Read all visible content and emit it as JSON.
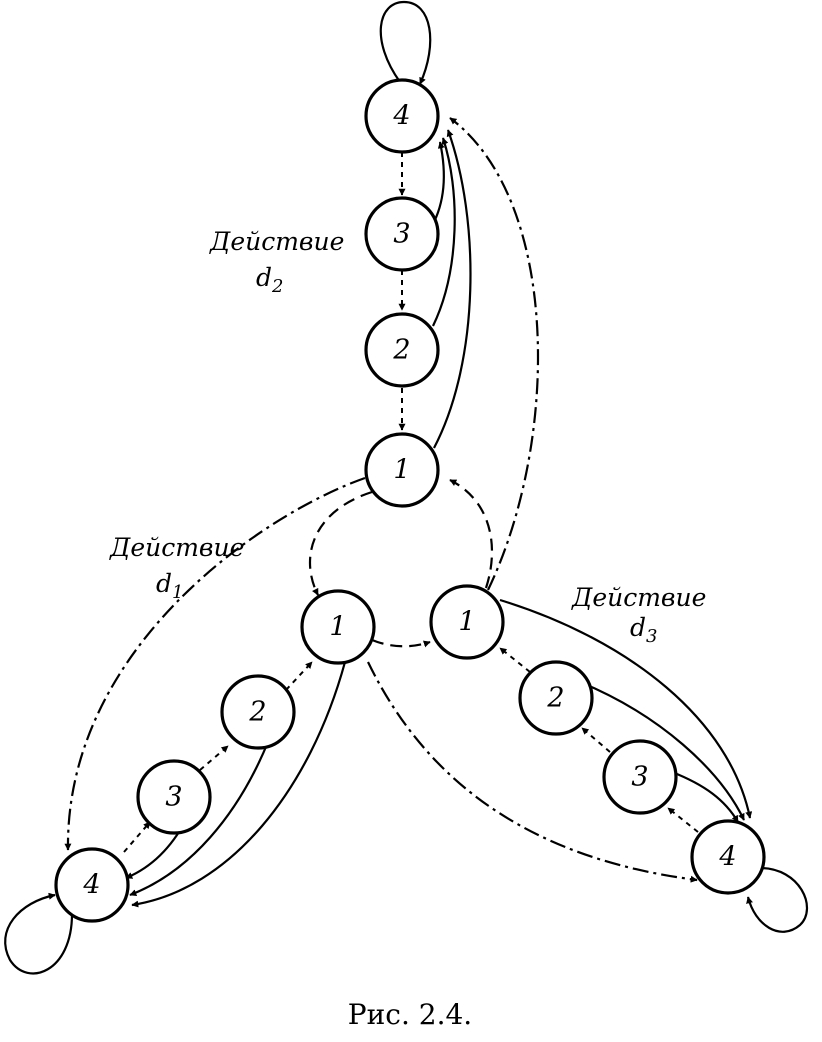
{
  "caption": "Рис. 2.4.",
  "groups": [
    {
      "action_word": "Действие",
      "action_symbol": "d",
      "action_index": "2"
    },
    {
      "action_word": "Действие",
      "action_symbol": "d",
      "action_index": "1"
    },
    {
      "action_word": "Действие",
      "action_symbol": "d",
      "action_index": "3"
    }
  ],
  "nodes": {
    "d2": [
      "4",
      "3",
      "2",
      "1"
    ],
    "d1": [
      "1",
      "2",
      "3",
      "4"
    ],
    "d3": [
      "1",
      "2",
      "3",
      "4"
    ]
  }
}
